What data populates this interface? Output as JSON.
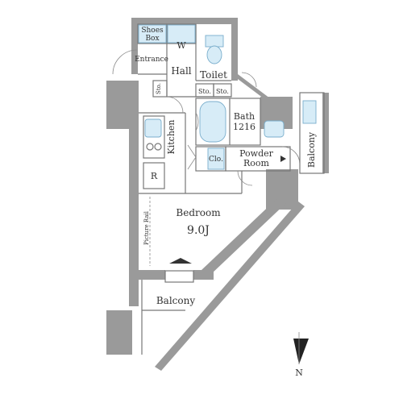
{
  "rooms": {
    "shoes_box": [
      "Shoes",
      "Box"
    ],
    "closet_w": "W",
    "entrance": "Entrance",
    "hall": "Hall",
    "toilet": "Toilet",
    "storage_1": "Sto.",
    "storage_2": "Sto.",
    "storage_3": "Sto.",
    "bath": [
      "Bath",
      "1216"
    ],
    "kitchen": "Kitchen",
    "closet_clo": "Clo.",
    "powder_room": [
      "Powder",
      "Room"
    ],
    "balcony_east": "Balcony",
    "fridge_r": "R",
    "bedroom": [
      "Bedroom",
      "9.0J"
    ],
    "picture_rail": "Picture Rail",
    "balcony_south": "Balcony"
  },
  "compass": {
    "label": "N"
  },
  "colors": {
    "wall": "#9a9a9a",
    "fixture": "#d7ecf7",
    "fixture_stroke": "#7aaecc",
    "text": "#333333"
  }
}
